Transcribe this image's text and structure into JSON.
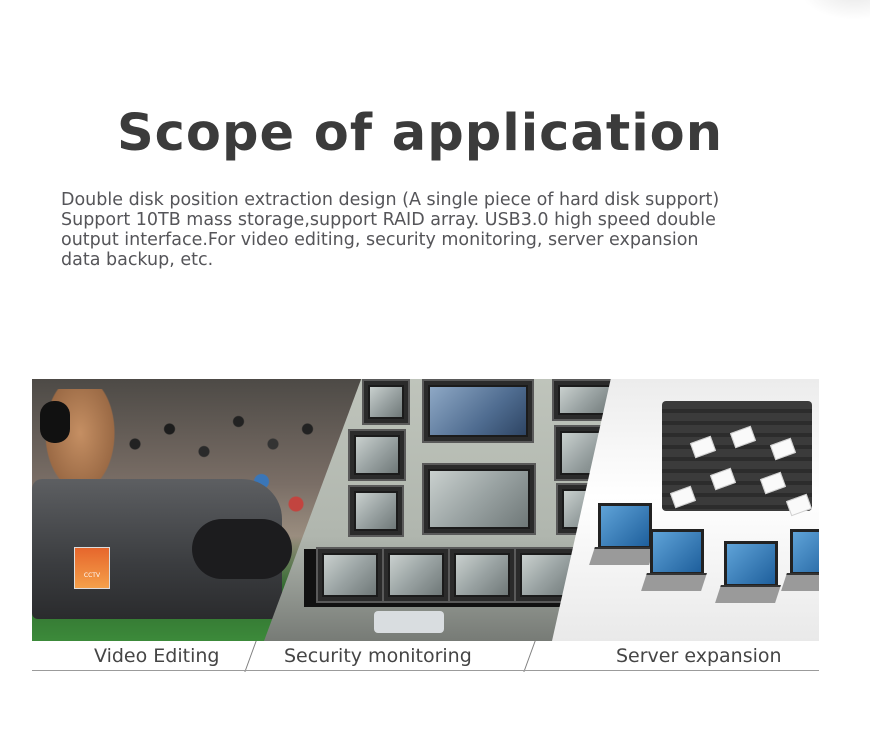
{
  "heading": {
    "title": "Scope of application"
  },
  "description": {
    "lines": [
      "Double disk position extraction design (A single piece of hard disk support)",
      "Support 10TB mass storage,support RAID array. USB3.0 high speed double",
      "output interface.For video editing, security monitoring, server expansion",
      "data backup, etc."
    ]
  },
  "applications": {
    "items": [
      {
        "label": "Video Editing",
        "camera_text": "CCTV"
      },
      {
        "label": "Security monitoring"
      },
      {
        "label": "Server expansion"
      }
    ]
  }
}
